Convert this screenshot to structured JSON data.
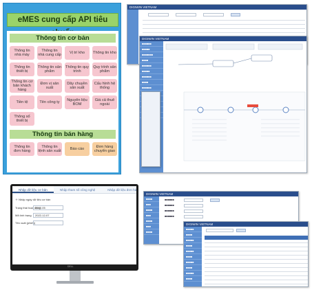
{
  "catalog": {
    "title": "eMES cung cấp API tiêu chuẩn",
    "section1": "Thông tin cơ bản",
    "basic_items": [
      {
        "label": "Thông tin nhà máy",
        "color": "pink"
      },
      {
        "label": "Thông tin nhà cung cấp",
        "color": "pink"
      },
      {
        "label": "Vị trí kho",
        "color": "pink"
      },
      {
        "label": "Thông tin kho",
        "color": "pink"
      },
      {
        "label": "Thông tin thiết bị",
        "color": "pink"
      },
      {
        "label": "Thông tin sản phẩm",
        "color": "pink"
      },
      {
        "label": "Thông tin quy trình",
        "color": "pink"
      },
      {
        "label": "Quy trình sản phẩm",
        "color": "pink"
      },
      {
        "label": "Thông tin cơ bản khách hàng",
        "color": "pink"
      },
      {
        "label": "Đơn vị sản xuất",
        "color": "pink"
      },
      {
        "label": "Dây chuyền sản xuất",
        "color": "pink"
      },
      {
        "label": "Cấu hình hệ thống",
        "color": "pink"
      },
      {
        "label": "Tiền tệ",
        "color": "pink"
      },
      {
        "label": "Tên công ty",
        "color": "pink"
      },
      {
        "label": "Nguyên liệu BOM",
        "color": "pink"
      },
      {
        "label": "Giá cả thuê ngoài",
        "color": "pink"
      },
      {
        "label": "Thông số thiết bị",
        "color": "pink"
      }
    ],
    "section2": "Thông tin bán hàng",
    "sales_items": [
      {
        "label": "Thông tin đơn hàng",
        "color": "pink"
      },
      {
        "label": "Thông tin lệnh sản xuất",
        "color": "pink"
      },
      {
        "label": "Báo cáo",
        "color": "orange"
      },
      {
        "label": "Đơn hàng chuyển giao",
        "color": "orange"
      }
    ]
  },
  "win_a": {
    "brand": "DIGIWIN VIETNAM"
  },
  "win_b": {
    "brand": "DIGIWIN VIETNAM"
  },
  "monitor": {
    "tabs": [
      "Nhập dữ liệu cơ bản",
      "Nhập tham số công nghệ",
      "Nhập dữ liệu đơn hàng LS"
    ],
    "active_tab": 0,
    "fields": [
      {
        "label": "Trạng thái hoạt động",
        "value": "2022-05"
      },
      {
        "label": "Mã tình trạng",
        "value": "2022-12-07"
      },
      {
        "label": "Tên xuất (phiếu)",
        "value": ""
      }
    ],
    "action": "Nhập ngày dữ liệu cơ bản",
    "brand_mark": "DELL"
  },
  "win_c": {
    "brand": "DIGIWIN VIETNAM"
  },
  "win_d": {
    "brand": "DIGIWIN VIETNAM"
  },
  "colors": {
    "accent": "#2a4e8c",
    "panel": "#3aa0dc",
    "pink": "#f6c6cf",
    "orange": "#f7cfa0",
    "green": "#9ad36a"
  }
}
